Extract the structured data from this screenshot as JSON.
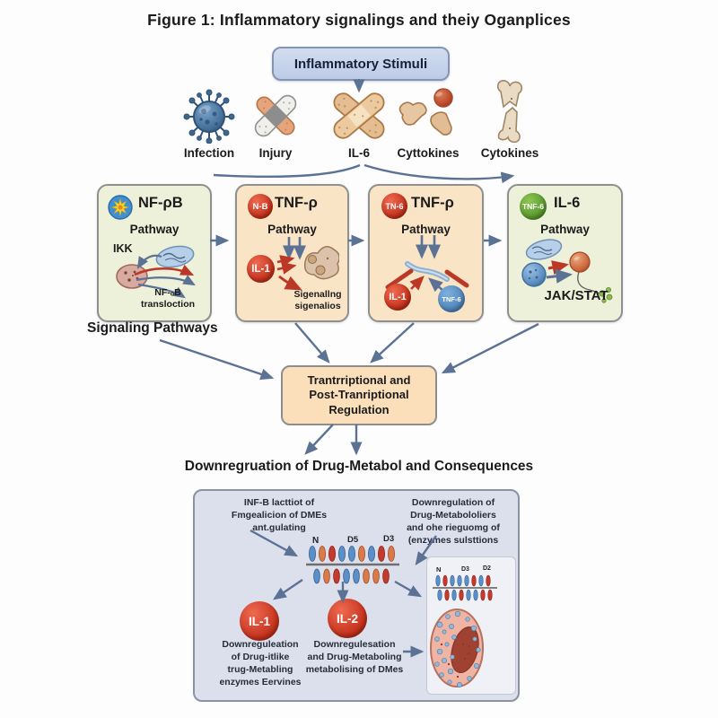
{
  "title": "Figure 1: Inflammatory signalings and theiy Oganplices",
  "stimuli": {
    "label": "Inflammatory Stimuli"
  },
  "stimuli_items": {
    "infection": "Infection",
    "injury": "Injury",
    "il6": "IL-6",
    "cyttokines": "Cyttokines",
    "cytokines": "Cytokines"
  },
  "section_label": "Signaling Pathways",
  "box1": {
    "title": "NF-ρB",
    "subtitle": "Pathway",
    "ikk": "IKK",
    "note1": "NF-ₒB",
    "note2": "transloction"
  },
  "box2": {
    "badge": "N-B",
    "title": "TNF-ρ",
    "subtitle": "Pathway",
    "il1": "IL-1",
    "note1": "Sigenallng",
    "note2": "sigenalios"
  },
  "box3": {
    "badge": "TN-6",
    "title": "TNF-ρ",
    "subtitle": "Pathway",
    "il1": "IL-1",
    "tnf": "TNF-6"
  },
  "box4": {
    "badge": "TNF-6",
    "title": "IL-6",
    "subtitle": "Pathway",
    "jakstat": "JAK/STAT"
  },
  "regulation": {
    "line1": "Trantrriptional and",
    "line2": "Post-Tranriptional",
    "line3": "Regulation"
  },
  "consequences": {
    "heading": "Downregruation of Drug-Metabol and Consequences",
    "top_left": {
      "l1": "INF-B lacttiot of",
      "l2": "Fmgealicion of DMEs",
      "l3": "ant.gulating"
    },
    "top_right": {
      "l1": "Downregulation of",
      "l2": "Drug-Metabololiers",
      "l3": "and ohe rieguomg of",
      "l4": "(enzymes sulsttions"
    },
    "membrane": {
      "n": "N",
      "d5": "D5",
      "d3": "D3"
    },
    "mini_membrane": {
      "n": "N",
      "d3": "D3",
      "d2": "D2"
    },
    "il1": "IL-1",
    "il2": "IL-2",
    "bottom_left": {
      "l1": "Downreguleation",
      "l2": "of Drug-itlike",
      "l3": "trug-Metabling",
      "l4": "enzymes Eervines"
    },
    "bottom_mid": {
      "l1": "Downregulesation",
      "l2": "and Drug-Metaboling",
      "l3": "metabolising of DMes"
    }
  },
  "colors": {
    "arrow_slate": "#5c7294",
    "arrow_red": "#bb3726",
    "box_green": "#edf1da",
    "box_peach": "#fae4c6",
    "panel_blue": "#dbe0ec",
    "stimuli_fill": "#c7d3ea"
  }
}
